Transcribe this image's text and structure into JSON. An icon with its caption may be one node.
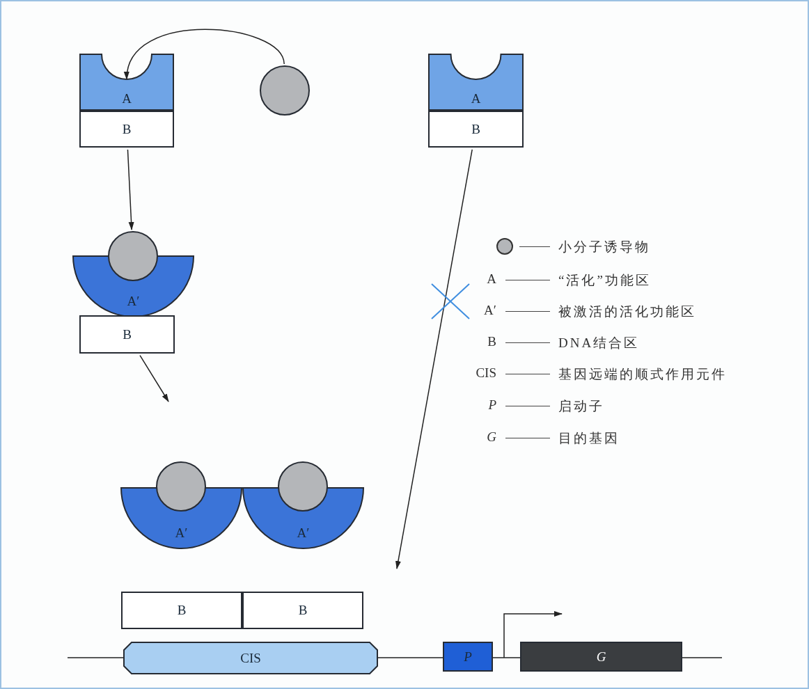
{
  "diagram": {
    "nodes": [
      {
        "text": [
          "A"
        ]
      },
      {
        "text": [
          "B"
        ]
      },
      {
        "text": [],
        "shape": "circle"
      },
      {
        "text": [
          "A′"
        ]
      },
      {
        "text": [],
        "shape": "circle"
      },
      {
        "text": [
          "B"
        ]
      },
      {
        "text": [],
        "shape": "circle"
      },
      {
        "text": [
          "A′"
        ]
      },
      {
        "text": [],
        "shape": "circle"
      },
      {
        "text": [
          "A′"
        ]
      },
      {
        "text": [
          "A"
        ]
      },
      {
        "text": [
          "B"
        ]
      },
      {
        "text": [
          "B"
        ]
      },
      {
        "text": [
          "B"
        ]
      },
      {
        "text": [
          "CIS"
        ]
      },
      {
        "text": [
          "P"
        ]
      },
      {
        "text": [
          "G"
        ]
      }
    ],
    "edges": [
      {
        "from": 2,
        "to": 0,
        "arrow": "to"
      },
      {
        "from": 1,
        "to": 4,
        "arrow": "to"
      },
      {
        "from": 5,
        "to": null,
        "arrow": "to"
      },
      {
        "from": 11,
        "to": null,
        "arrow": "to"
      }
    ],
    "labels": [
      "A",
      "A′",
      "B",
      "CIS",
      "P",
      "G"
    ],
    "legend": [
      {
        "text": "小分子诱导物"
      },
      {
        "text": "“活化”功能区"
      },
      {
        "text": "被激活的活化功能区"
      },
      {
        "text": "DNA结合区"
      },
      {
        "text": "基因远端的顺式作用元件"
      },
      {
        "text": "启动子"
      },
      {
        "text": "目的基因"
      }
    ]
  }
}
